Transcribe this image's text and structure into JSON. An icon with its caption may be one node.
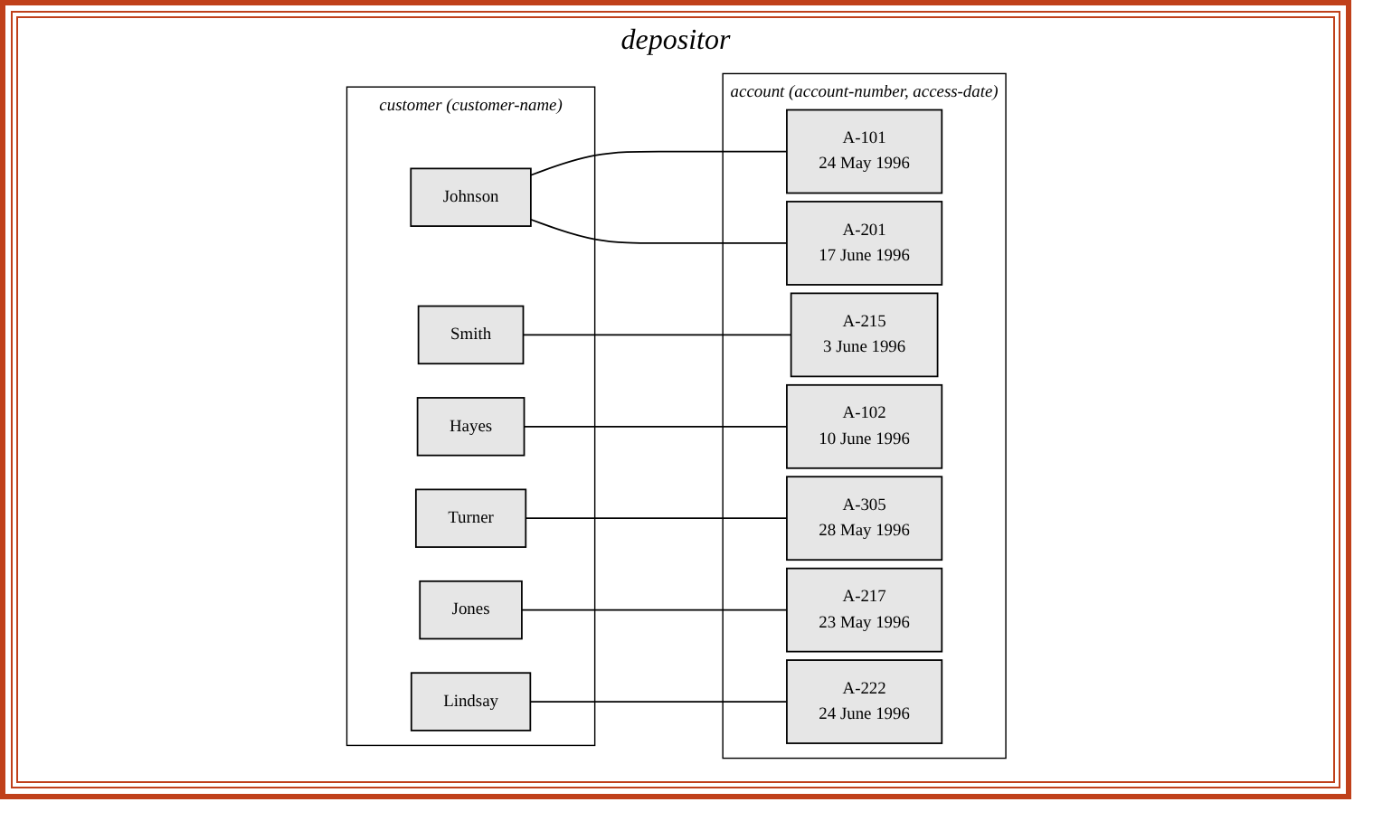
{
  "diagram": {
    "nodes": [
      {
        "text": [
          "customer (customer-name)"
        ]
      },
      {
        "text": [
          "Johnson"
        ],
        "in": 0
      },
      {
        "text": [
          "Smith"
        ],
        "in": 0
      },
      {
        "text": [
          "Hayes"
        ],
        "in": 0
      },
      {
        "text": [
          "Turner"
        ],
        "in": 0
      },
      {
        "text": [
          "Jones"
        ],
        "in": 0
      },
      {
        "text": [
          "Lindsay"
        ],
        "in": 0
      },
      {
        "text": [
          "account (account-number, access-date)"
        ]
      },
      {
        "text": [
          "A-101",
          "24 May 1996"
        ],
        "in": 7
      },
      {
        "text": [
          "A-215",
          "3 June 1996"
        ],
        "in": 7
      },
      {
        "text": [
          "A-102",
          "10 June 1996"
        ],
        "in": 7
      },
      {
        "text": [
          "A-305",
          "28 May 1996"
        ],
        "in": 7
      },
      {
        "text": [
          "A-201",
          "17 June 1996"
        ],
        "in": 7
      },
      {
        "text": [
          "A-222",
          "24 June 1996"
        ],
        "in": 7
      },
      {
        "text": [
          "A-217",
          "23 May 1996"
        ],
        "in": 7
      }
    ],
    "edges": [
      {
        "from": 1,
        "to": 8,
        "arrow": "none"
      },
      {
        "from": 1,
        "to": 12,
        "arrow": "none"
      },
      {
        "from": 2,
        "to": 9,
        "arrow": "none"
      },
      {
        "from": 3,
        "to": 10,
        "arrow": "none"
      },
      {
        "from": 4,
        "to": 11,
        "arrow": "none"
      },
      {
        "from": 5,
        "to": 14,
        "arrow": "none"
      },
      {
        "from": 6,
        "to": 13,
        "arrow": "none"
      }
    ],
    "labels": [
      "depositor"
    ]
  }
}
